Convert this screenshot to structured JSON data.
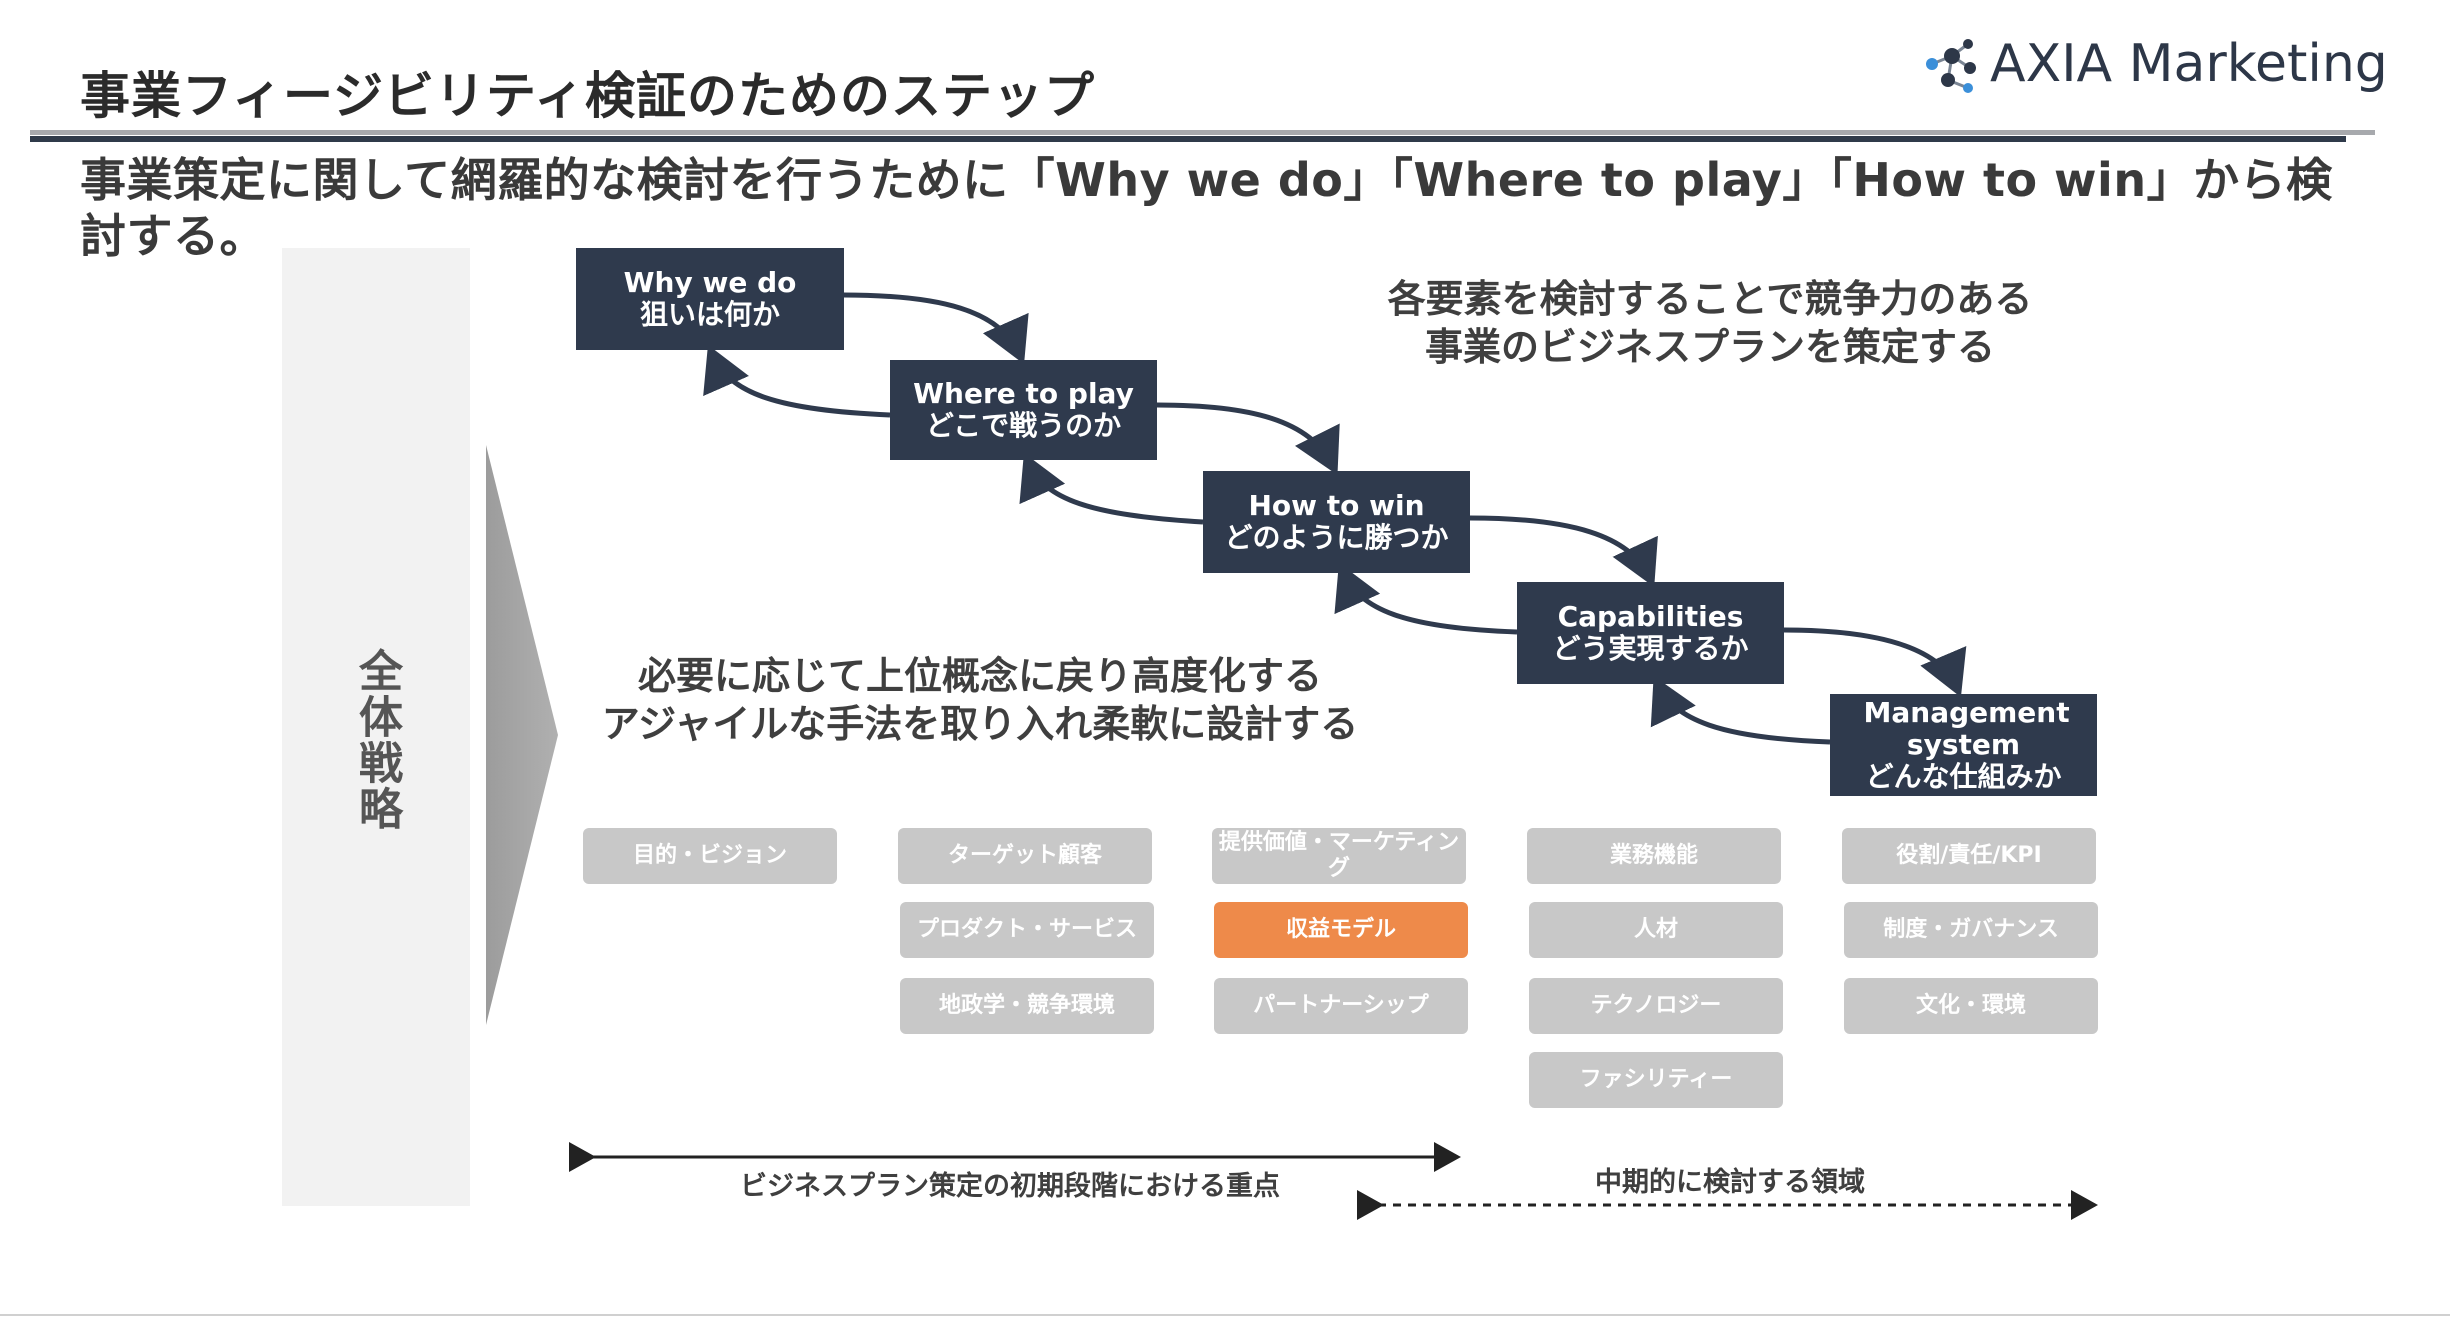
{
  "header": {
    "title": "事業フィージビリティ検証のためのステップ",
    "logo_text": "AXIA Marketing",
    "subtitle": "事業策定に関して網羅的な検討を行うために「Why we do」「Where to play」「How to win」から検討する。"
  },
  "left_panel": {
    "label": "全体戦略"
  },
  "steps": [
    {
      "en": "Why we do",
      "ja": "狙いは何か"
    },
    {
      "en": "Where to play",
      "ja": "どこで戦うのか"
    },
    {
      "en": "How to win",
      "ja": "どのように勝つか"
    },
    {
      "en": "Capabilities",
      "ja": "どう実現するか"
    },
    {
      "en": "Management system",
      "ja": "どんな仕組みか"
    }
  ],
  "notes": {
    "right": [
      "各要素を検討することで競争力のある",
      "事業のビジネスプランを策定する"
    ],
    "left": [
      "必要に応じて上位概念に戻り高度化する",
      "アジャイルな手法を取り入れ柔軟に設計する"
    ]
  },
  "columns": [
    [
      "目的・ビジョン"
    ],
    [
      "ターゲット顧客",
      "プロダクト・サービス",
      "地政学・競争環境"
    ],
    [
      "提供価値・マーケティング",
      "収益モデル",
      "パートナーシップ"
    ],
    [
      "業務機能",
      "人材",
      "テクノロジー",
      "ファシリティー"
    ],
    [
      "役割/責任/KPI",
      "制度・ガバナンス",
      "文化・環境"
    ]
  ],
  "highlight_item": "収益モデル",
  "bottom": {
    "left_label": "ビジネスプラン策定の初期段階における重点",
    "right_label": "中期的に検討する領域"
  },
  "colors": {
    "dark_box": "#2f3a4d",
    "tag": "#c8c8c8",
    "highlight": "#ee8a4a"
  }
}
